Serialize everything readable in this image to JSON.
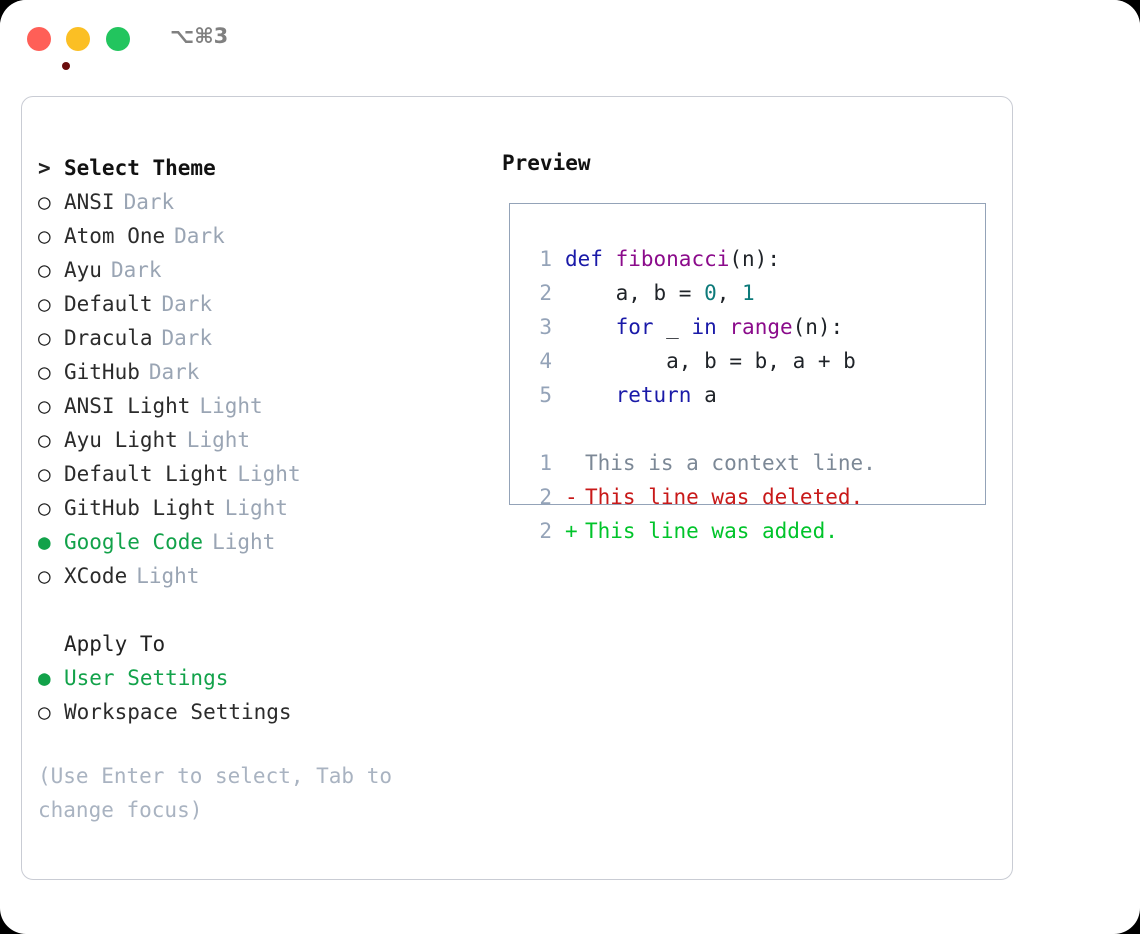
{
  "titlebar": {
    "shortcut": "⌥⌘3",
    "buttons": [
      {
        "name": "close",
        "color": "#ff5f57"
      },
      {
        "name": "minimize",
        "color": "#fbbf24"
      },
      {
        "name": "maximize",
        "color": "#22c55e"
      }
    ]
  },
  "colors": {
    "accent_green": "#12a24a",
    "muted": "#9aa5b4",
    "hint": "#a9b3c1",
    "border": "#c9ccd4",
    "preview_border": "#94a3b8",
    "keyword": "#1a1aa8",
    "function": "#8b0b8b",
    "number": "#0d7a7a",
    "diff_added": "#00c42a",
    "diff_deleted": "#c81919",
    "diff_context": "#7c8896",
    "line_number": "#94a3b8"
  },
  "theme_list": {
    "header_marker": ">",
    "header_label": "Select Theme",
    "marker_selected": "●",
    "marker_unselected": "○",
    "items": [
      {
        "label": "ANSI",
        "tag": "Dark",
        "selected": false
      },
      {
        "label": "Atom One",
        "tag": "Dark",
        "selected": false
      },
      {
        "label": "Ayu",
        "tag": "Dark",
        "selected": false
      },
      {
        "label": "Default",
        "tag": "Dark",
        "selected": false
      },
      {
        "label": "Dracula",
        "tag": "Dark",
        "selected": false
      },
      {
        "label": "GitHub",
        "tag": "Dark",
        "selected": false
      },
      {
        "label": "ANSI Light",
        "tag": "Light",
        "selected": false
      },
      {
        "label": "Ayu Light",
        "tag": "Light",
        "selected": false
      },
      {
        "label": "Default Light",
        "tag": "Light",
        "selected": false
      },
      {
        "label": "GitHub Light",
        "tag": "Light",
        "selected": false
      },
      {
        "label": "Google Code",
        "tag": "Light",
        "selected": true
      },
      {
        "label": "XCode",
        "tag": "Light",
        "selected": false
      }
    ]
  },
  "apply_to": {
    "header_label": "Apply To",
    "items": [
      {
        "label": "User Settings",
        "selected": true
      },
      {
        "label": "Workspace Settings",
        "selected": false
      }
    ]
  },
  "hint": {
    "line1": "(Use Enter to select, Tab to",
    "line2": "change focus)"
  },
  "preview": {
    "label": "Preview",
    "code_lines": [
      {
        "no": "1",
        "tokens": [
          {
            "t": "def",
            "c": "kw"
          },
          {
            "t": " ",
            "c": "pl"
          },
          {
            "t": "fibonacci",
            "c": "fn"
          },
          {
            "t": "(n):",
            "c": "pl"
          }
        ]
      },
      {
        "no": "2",
        "tokens": [
          {
            "t": "    a, b = ",
            "c": "pl"
          },
          {
            "t": "0",
            "c": "num"
          },
          {
            "t": ", ",
            "c": "pl"
          },
          {
            "t": "1",
            "c": "num"
          }
        ]
      },
      {
        "no": "3",
        "tokens": [
          {
            "t": "    ",
            "c": "pl"
          },
          {
            "t": "for",
            "c": "kw"
          },
          {
            "t": " _ ",
            "c": "pl"
          },
          {
            "t": "in",
            "c": "kw"
          },
          {
            "t": " ",
            "c": "pl"
          },
          {
            "t": "range",
            "c": "fn"
          },
          {
            "t": "(n):",
            "c": "pl"
          }
        ]
      },
      {
        "no": "4",
        "tokens": [
          {
            "t": "        a, b = b, a + b",
            "c": "pl"
          }
        ]
      },
      {
        "no": "5",
        "tokens": [
          {
            "t": "    ",
            "c": "pl"
          },
          {
            "t": "return",
            "c": "kw"
          },
          {
            "t": " a",
            "c": "pl"
          }
        ]
      }
    ],
    "diff_lines": [
      {
        "no": "1",
        "mark": " ",
        "text": "This is a context line.",
        "kind": "ctx"
      },
      {
        "no": "2",
        "mark": "-",
        "text": "This line was deleted.",
        "kind": "del"
      },
      {
        "no": "2",
        "mark": "+",
        "text": "This line was added.",
        "kind": "add"
      }
    ]
  }
}
